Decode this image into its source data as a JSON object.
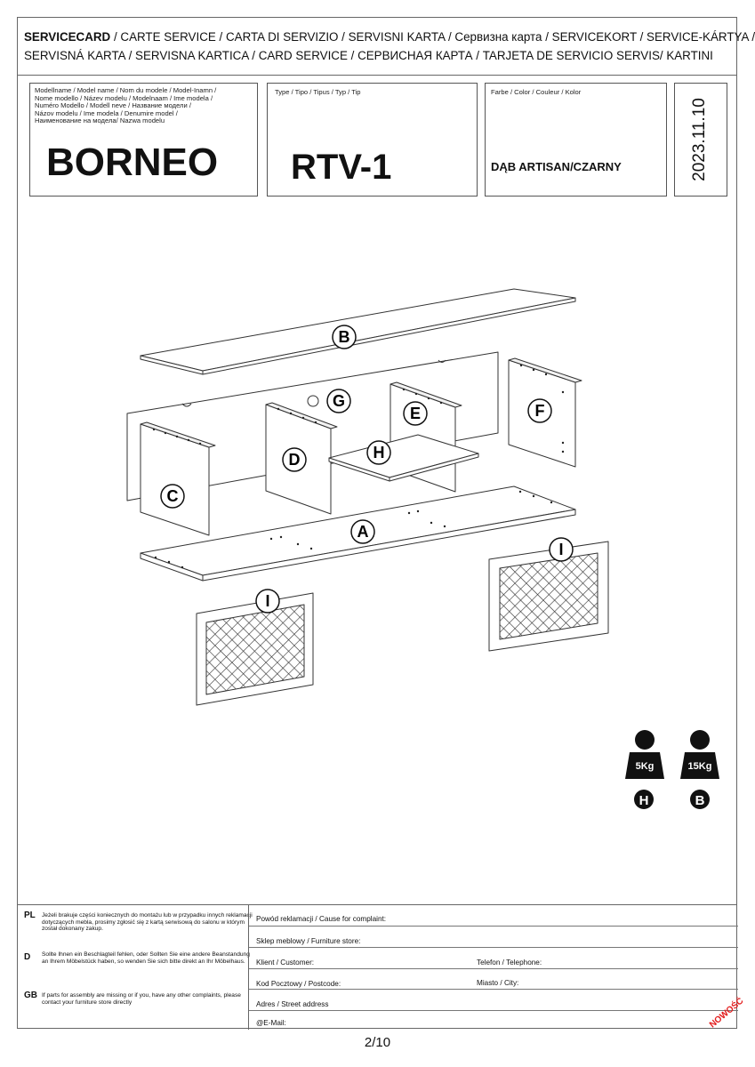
{
  "header": {
    "line1_bold": "SERVICECARD",
    "line1_rest": " / CARTE SERVICE / CARTA DI SERVIZIO / SERVISNI KARTA / Сервизна карта / SERVICEKORT / SERVICE-KÁRTYA /",
    "line2": "SERVISNÁ KARTA / SERVISNA KARTICA / CARD SERVICE / СЕРВИСНАЯ КАРТА / TARJETA DE SERVICIO SERVIS/ KARTINI"
  },
  "info": {
    "model_label_lines": [
      "Modellname / Model name / Nom du modele / Model-Inamn /",
      "Nome modello / Název modelu / Modelnaam / Ime modela /",
      "Numéro Modello / Modell neve / Название модели /",
      "Názov modelu / Ime modela / Denumire model /",
      "Наименование на модела/ Nazwa modelu"
    ],
    "model_value": "BORNEO",
    "type_label": "Type / Tipo / Tipus / Typ / Tip",
    "type_value": "RTV-1",
    "color_label": "Farbe / Color / Couleur / Kolor",
    "color_value": "DĄB ARTISAN/CZARNY",
    "date": "2023.11.10"
  },
  "parts": {
    "A": "A",
    "B": "B",
    "C": "C",
    "D": "D",
    "E": "E",
    "F": "F",
    "G": "G",
    "H": "H",
    "I": "I"
  },
  "weights": [
    {
      "value": "5Kg",
      "part": "H"
    },
    {
      "value": "15Kg",
      "part": "B"
    }
  ],
  "complaint_text": {
    "pl_code": "PL",
    "pl": "Jeżeli brakuje części koniecznych do montażu lub w przypadku innych reklamacji dotyczących mebla, prosimy zgłosić się z kartą serwisową do salonu w którym został dokonany zakup.",
    "d_code": "D",
    "d": "Sollte Ihnen ein Beschlagteil fehlen, oder Sollten Sie eine andere Beanstandung an Ihrem Möbelstück haben, so wenden Sie sich bitte direkt an Ihr Möbelhaus.",
    "gb_code": "GB",
    "gb": "If parts for assembly are missing or if you, have any other complaints, please contact your furniture store directly"
  },
  "form": {
    "cause": "Powód reklamacji / Cause for complaint:",
    "store": "Sklep meblowy / Furniture store:",
    "customer": "Klient / Customer:",
    "phone": "Telefon / Telephone:",
    "postcode": "Kod Pocztowy / Postcode:",
    "city": "Miasto / City:",
    "address": "Adres / Street address",
    "email": "@E-Mail:"
  },
  "page": "2/10",
  "badge": "NOWOŚĆ"
}
